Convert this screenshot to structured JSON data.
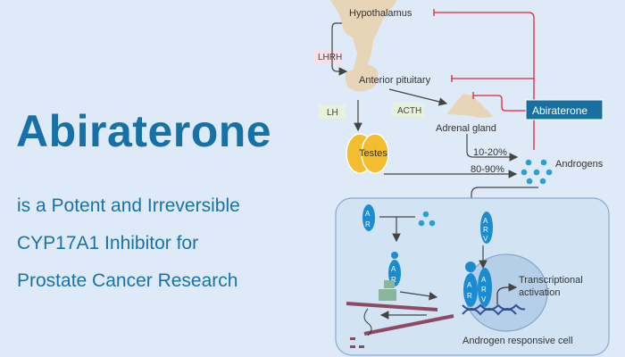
{
  "headline": {
    "title": "Abiraterone",
    "lines": [
      "is a Potent and Irreversible",
      "CYP17A1 Inhibitor for",
      "Prostate Cancer Research"
    ]
  },
  "diagram": {
    "labels": {
      "hypothalamus": "Hypothalamus",
      "anterior_pituitary": "Anterior pituitary",
      "adrenal_gland": "Adrenal gland",
      "testes": "Testes",
      "androgens": "Androgens",
      "lhrh": "LHRH",
      "lh": "LH",
      "acth": "ACTH",
      "drug": "Abiraterone",
      "adrenal_pct": "10-20%",
      "testes_pct": "80-90%",
      "transcription": [
        "Transcriptional",
        "activation"
      ],
      "cell": "Androgen responsive cell",
      "ar_a": "A",
      "ar_r": "R",
      "ar_v": "V"
    },
    "colors": {
      "background": "#deeaf7",
      "title": "#1672a6",
      "tissue": "#e8d4b6",
      "testes": "#f2bd2e",
      "androgen": "#2a9fd6",
      "inhibit": "#d9263a",
      "drug_box": "#17709f",
      "lhrh_box": "#f9dfe6",
      "lh_box": "#e7f1dc",
      "cell": "#d2e3f3",
      "nucleus": "#b6cfe8",
      "membrane": "#8e4a64",
      "dna": "#2f4fa0"
    }
  }
}
